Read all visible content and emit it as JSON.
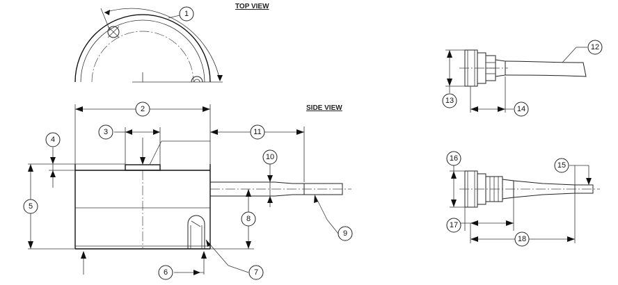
{
  "views": {
    "top": "TOP VIEW",
    "side": "SIDE VIEW"
  },
  "balloons": [
    "1",
    "2",
    "3",
    "4",
    "5",
    "6",
    "7",
    "8",
    "9",
    "10",
    "11",
    "12",
    "13",
    "14",
    "15",
    "16",
    "17",
    "18"
  ]
}
